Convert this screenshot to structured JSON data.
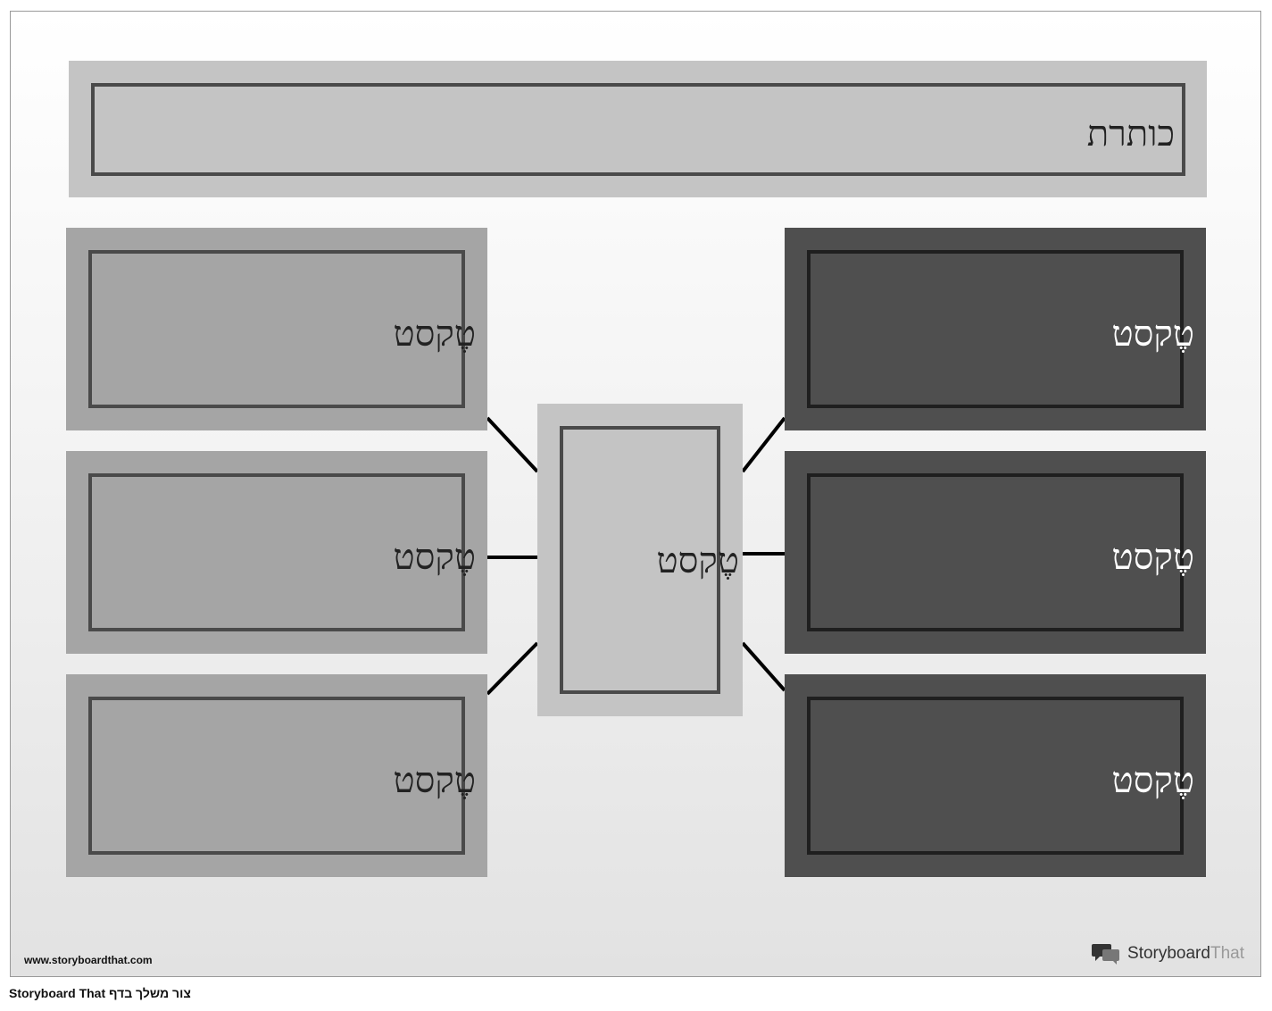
{
  "diagram": {
    "title": "כותרת",
    "center": {
      "label": "טֶקסט"
    },
    "left_boxes": [
      {
        "label": "טֶקסט"
      },
      {
        "label": "טֶקסט"
      },
      {
        "label": "טֶקסט"
      }
    ],
    "right_boxes": [
      {
        "label": "טֶקסט"
      },
      {
        "label": "טֶקסט"
      },
      {
        "label": "טֶקסט"
      }
    ]
  },
  "footer": {
    "url": "www.storyboardthat.com",
    "brand_part1": "Storyboard",
    "brand_part2": "That",
    "brand_icon": "speech-bubbles-icon"
  },
  "caption": "צור משלך בדף Storyboard That",
  "colors": {
    "title_fill": "#c4c4c4",
    "left_fill": "#a5a5a5",
    "center_fill": "#c4c4c4",
    "right_fill": "#4f4f4f",
    "inner_border": "#4a4a4a",
    "connector": "#000000"
  }
}
